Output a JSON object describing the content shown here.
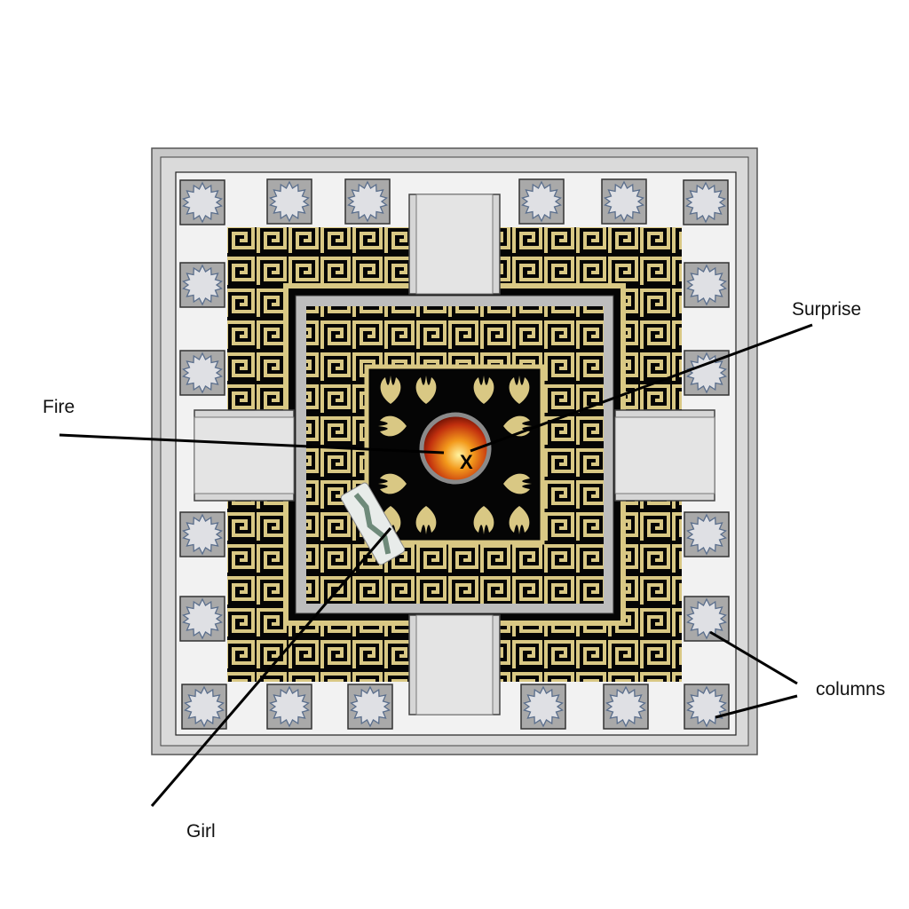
{
  "labels": {
    "fire": "Fire",
    "surprise": "Surprise",
    "girl": "Girl",
    "columns": "columns",
    "marker": "X"
  },
  "colors": {
    "gold": "#d9c884",
    "black": "#050505",
    "frame": "#c8c8c8",
    "floor": "#f2f2f2",
    "column": "#a9a9a9",
    "column_face": "#dfe0e4",
    "column_edge": "#5a6e8c"
  }
}
